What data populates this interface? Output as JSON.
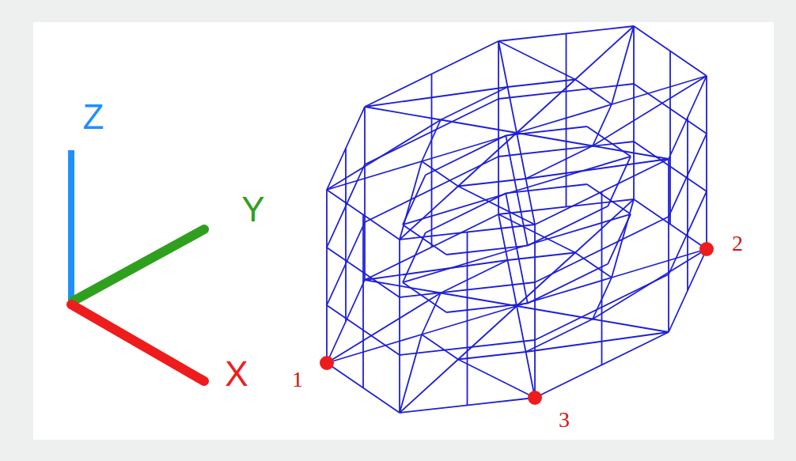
{
  "diagram": {
    "labels": [
      "Z",
      "Y",
      "X",
      "1",
      "2",
      "3"
    ]
  }
}
